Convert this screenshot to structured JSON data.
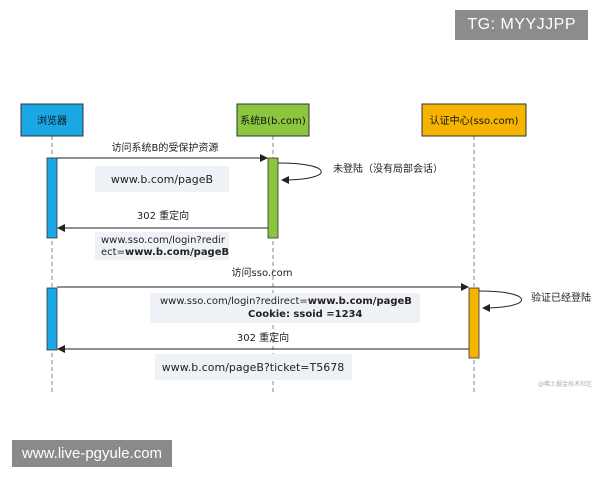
{
  "overlays": {
    "top_right_tag": "TG: MYYJJPP",
    "bottom_left_url": "www.live-pgyule.com"
  },
  "participants": [
    {
      "label": "浏览器",
      "color": "#1aa7e6"
    },
    {
      "label": "系统B(b.com)",
      "color": "#8cc640"
    },
    {
      "label": "认证中心(sso.com)",
      "color": "#f5b400"
    }
  ],
  "messages": {
    "m1": "访问系统B的受保护资源",
    "m1_box": "www.b.com/pageB",
    "self_b": "未登陆（没有局部会话）",
    "m2": "302 重定向",
    "m2_box_line1": "www.sso.com/login?redir",
    "m2_box_line2_prefix": "ect=",
    "m2_box_line2_bold": "www.b.com/pageB",
    "m3": "访问sso.com",
    "m3_box_prefix": "www.sso.com/login?redirect=",
    "m3_box_bold": "www.b.com/pageB",
    "m3_cookie": "Cookie: ssoid =1234",
    "self_sso": "验证已经登陆",
    "m4": "302 重定向",
    "m4_box": "www.b.com/pageB?ticket=T5678"
  },
  "credit": "@稀土掘金技术社区"
}
